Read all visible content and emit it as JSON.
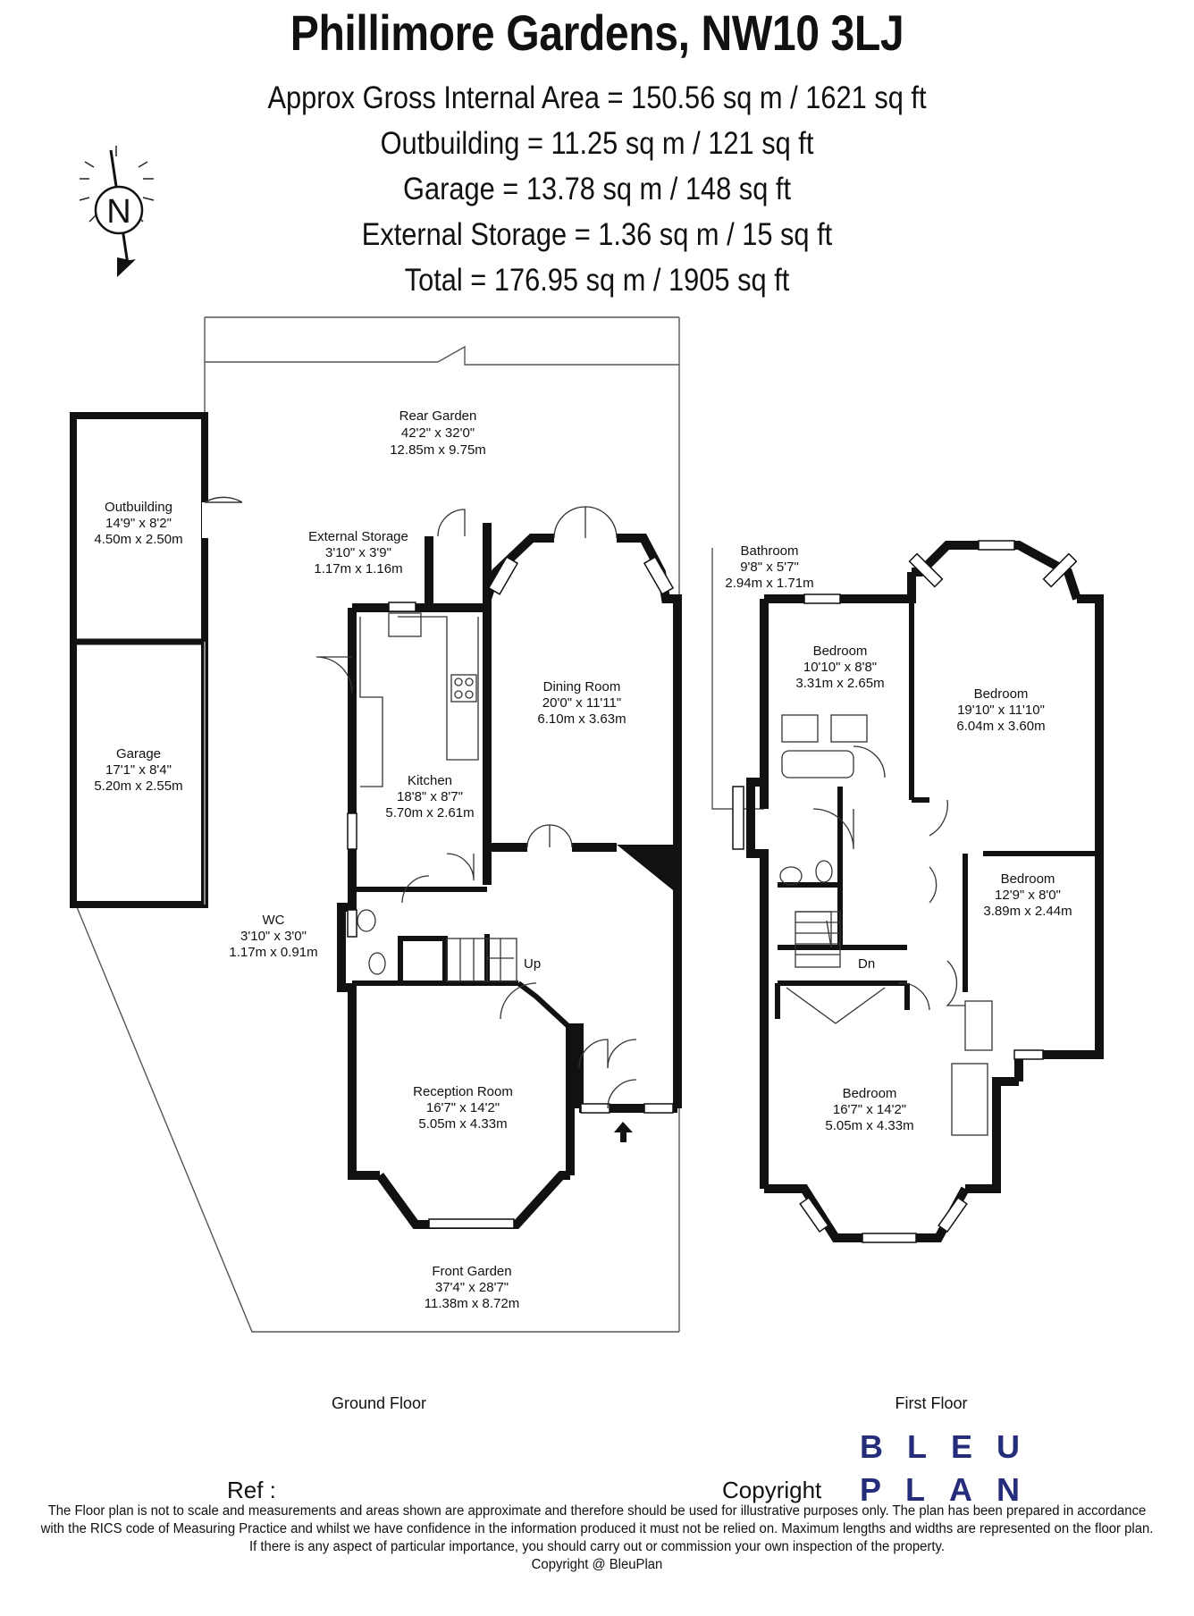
{
  "title": "Phillimore Gardens, NW10 3LJ",
  "areas": [
    "Approx Gross Internal Area = 150.56 sq m / 1621 sq ft",
    "Outbuilding = 11.25 sq m / 121 sq ft",
    "Garage = 13.78 sq m / 148 sq ft",
    "External Storage = 1.36 sq m / 15 sq ft",
    "Total = 176.95 sq m / 1905 sq ft"
  ],
  "compass": {
    "letter": "N"
  },
  "rooms": {
    "rear_garden": {
      "name": "Rear Garden",
      "imperial": "42'2\" x 32'0\"",
      "metric": "12.85m x 9.75m"
    },
    "outbuilding": {
      "name": "Outbuilding",
      "imperial": "14'9\" x 8'2\"",
      "metric": "4.50m x 2.50m"
    },
    "external_storage": {
      "name": "External Storage",
      "imperial": "3'10\" x 3'9\"",
      "metric": "1.17m x 1.16m"
    },
    "garage": {
      "name": "Garage",
      "imperial": "17'1\" x 8'4\"",
      "metric": "5.20m x 2.55m"
    },
    "kitchen": {
      "name": "Kitchen",
      "imperial": "18'8\" x 8'7\"",
      "metric": "5.70m x 2.61m"
    },
    "dining_room": {
      "name": "Dining Room",
      "imperial": "20'0\" x 11'11\"",
      "metric": "6.10m x 3.63m"
    },
    "wc": {
      "name": "WC",
      "imperial": "3'10\" x 3'0\"",
      "metric": "1.17m x 0.91m"
    },
    "reception_room": {
      "name": "Reception Room",
      "imperial": "16'7\" x 14'2\"",
      "metric": "5.05m x 4.33m"
    },
    "front_garden": {
      "name": "Front Garden",
      "imperial": "37'4\" x 28'7\"",
      "metric": "11.38m x 8.72m"
    },
    "bathroom": {
      "name": "Bathroom",
      "imperial": "9'8\" x 5'7\"",
      "metric": "2.94m x 1.71m"
    },
    "bedroom_small": {
      "name": "Bedroom",
      "imperial": "10'10\" x 8'8\"",
      "metric": "3.31m x 2.65m"
    },
    "bedroom_large_rear": {
      "name": "Bedroom",
      "imperial": "19'10\" x 11'10\"",
      "metric": "6.04m x 3.60m"
    },
    "bedroom_side": {
      "name": "Bedroom",
      "imperial": "12'9\" x 8'0\"",
      "metric": "3.89m x 2.44m"
    },
    "bedroom_front": {
      "name": "Bedroom",
      "imperial": "16'7\" x 14'2\"",
      "metric": "5.05m x 4.33m"
    }
  },
  "stairs": {
    "up": "Up",
    "down": "Dn"
  },
  "floors": {
    "ground": "Ground Floor",
    "first": "First Floor"
  },
  "footer": {
    "ref": "Ref  :",
    "copyright": "Copyright",
    "logo_line1": "BLEU",
    "logo_line2": "PLAN",
    "logo_color": "#252c7a",
    "disclaimer": [
      "The Floor plan is not to scale and measurements and areas shown are approximate and therefore should be used for illustrative purposes only. The plan has been prepared in accordance",
      "with the RICS code of Measuring Practice and whilst we have confidence in the information produced it must not be relied on. Maximum lengths and widths are represented on the floor plan.",
      "If there is any aspect of particular importance, you should carry out or commission your own inspection of the property.",
      "Copyright @ BleuPlan"
    ]
  }
}
